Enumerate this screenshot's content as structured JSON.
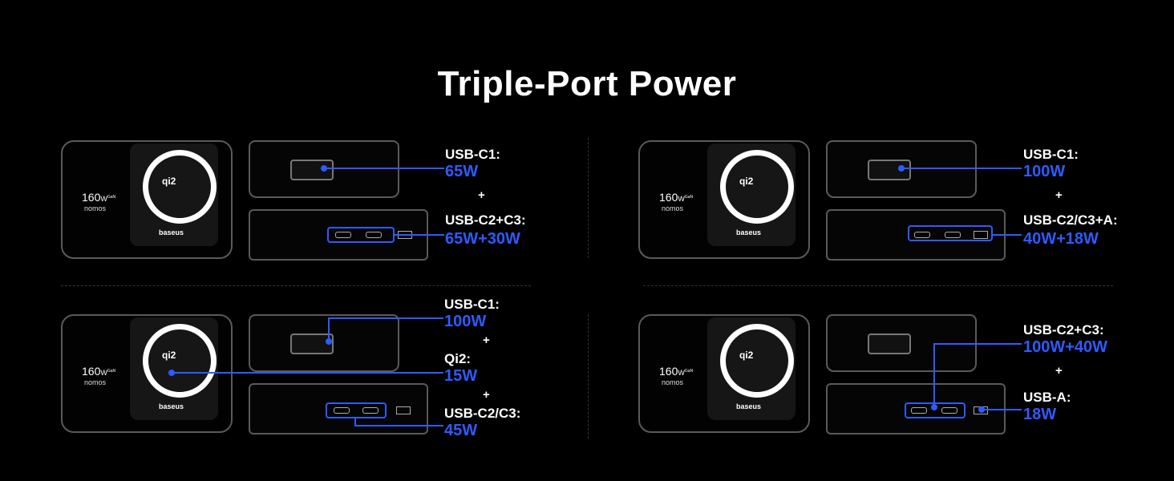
{
  "title": "Triple-Port Power",
  "device": {
    "qi_badge": "qi2",
    "brand": "baseus",
    "watt": "160",
    "watt_unit": "W",
    "watt_super": "GaN",
    "series": "nomos"
  },
  "panels": [
    {
      "label1": "USB-C1:",
      "value1": "65W",
      "plus1": "+",
      "label2": "USB-C2+C3:",
      "value2": "65W+30W"
    },
    {
      "label1": "USB-C1:",
      "value1": "100W",
      "plus1": "+",
      "label2": "USB-C2/C3+A:",
      "value2": "40W+18W"
    },
    {
      "label1": "USB-C1:",
      "value1": "100W",
      "plus1": "+",
      "label2": "Qi2:",
      "value2": "15W",
      "plus2": "+",
      "label3": "USB-C2/C3:",
      "value3": "45W"
    },
    {
      "label1": "USB-C2+C3:",
      "value1": "100W+40W",
      "plus1": "+",
      "label2": "USB-A:",
      "value2": "18W"
    }
  ],
  "colors": {
    "accent": "#2e5bff",
    "background": "#000000"
  }
}
